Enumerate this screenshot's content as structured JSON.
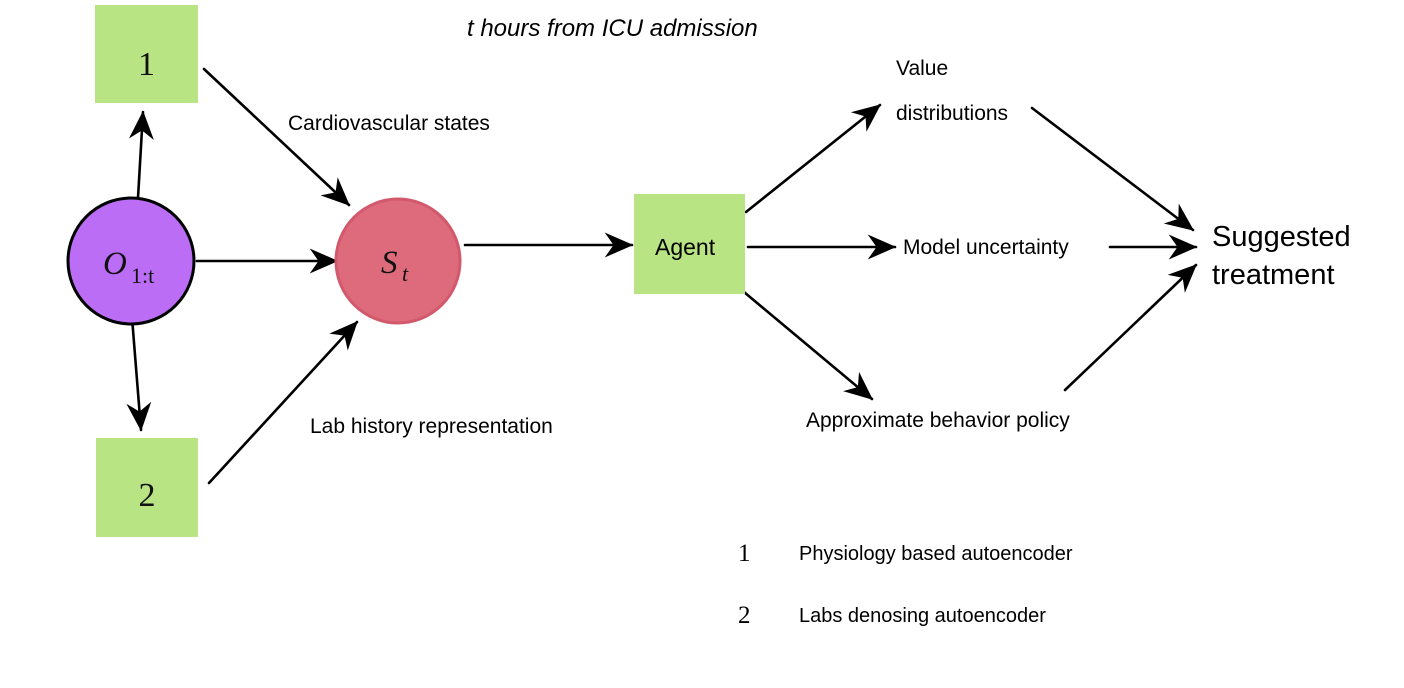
{
  "diagram": {
    "title": "t hours from ICU admission",
    "colors": {
      "box_green": "#b8e484",
      "circle_purple": "#bb6ef5",
      "circle_red": "#dd6b7c",
      "circle_red_border": "#d2596c",
      "stroke_black": "#000000",
      "background": "#ffffff"
    },
    "nodes": {
      "box_one": "1",
      "box_two": "2",
      "observation_circle": "O",
      "observation_circle_sub": "1:t",
      "state_circle": "S",
      "state_circle_sub": "t",
      "agent_box": "Agent"
    },
    "edge_labels": {
      "cardiovascular": "Cardiovascular states",
      "lab_history": "Lab history representation"
    },
    "outputs": [
      {
        "line1": "Value",
        "line2": "distributions"
      },
      {
        "line1": "Model uncertainty",
        "line2": ""
      },
      {
        "line1": "Approximate behavior policy",
        "line2": ""
      }
    ],
    "final": {
      "line1": "Suggested",
      "line2": "treatment"
    },
    "legend": [
      {
        "num": "1",
        "text": "Physiology based autoencoder"
      },
      {
        "num": "2",
        "text": "Labs denosing autoencoder"
      }
    ]
  }
}
